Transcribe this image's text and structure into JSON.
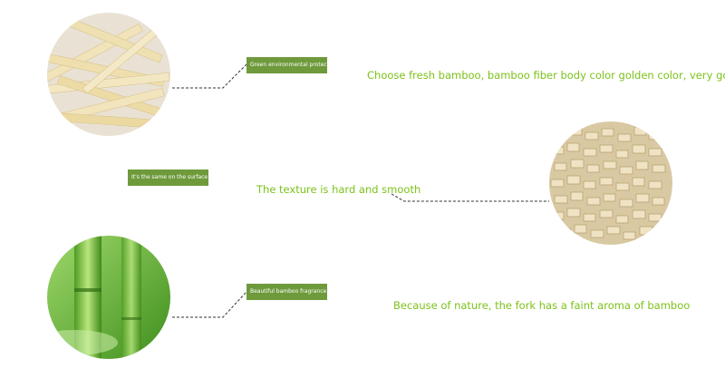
{
  "rows": [
    {
      "tag": "Green environmental protection",
      "description": "Choose fresh bamboo, bamboo fiber body color golden color, very good"
    },
    {
      "tag": "It's the same on the surface",
      "description": "The texture is hard and smooth"
    },
    {
      "tag": "Beautiful bamboo fragrance",
      "description": "Because of nature, the fork has a faint aroma of bamboo"
    }
  ],
  "colors": {
    "tag_background": "#6e9a3c",
    "description_text": "#7cc21a",
    "connector_line": "#333333"
  },
  "icons": [
    "bamboo-sticks-photo",
    "bamboo-bundle-photo",
    "green-bamboo-photo"
  ]
}
